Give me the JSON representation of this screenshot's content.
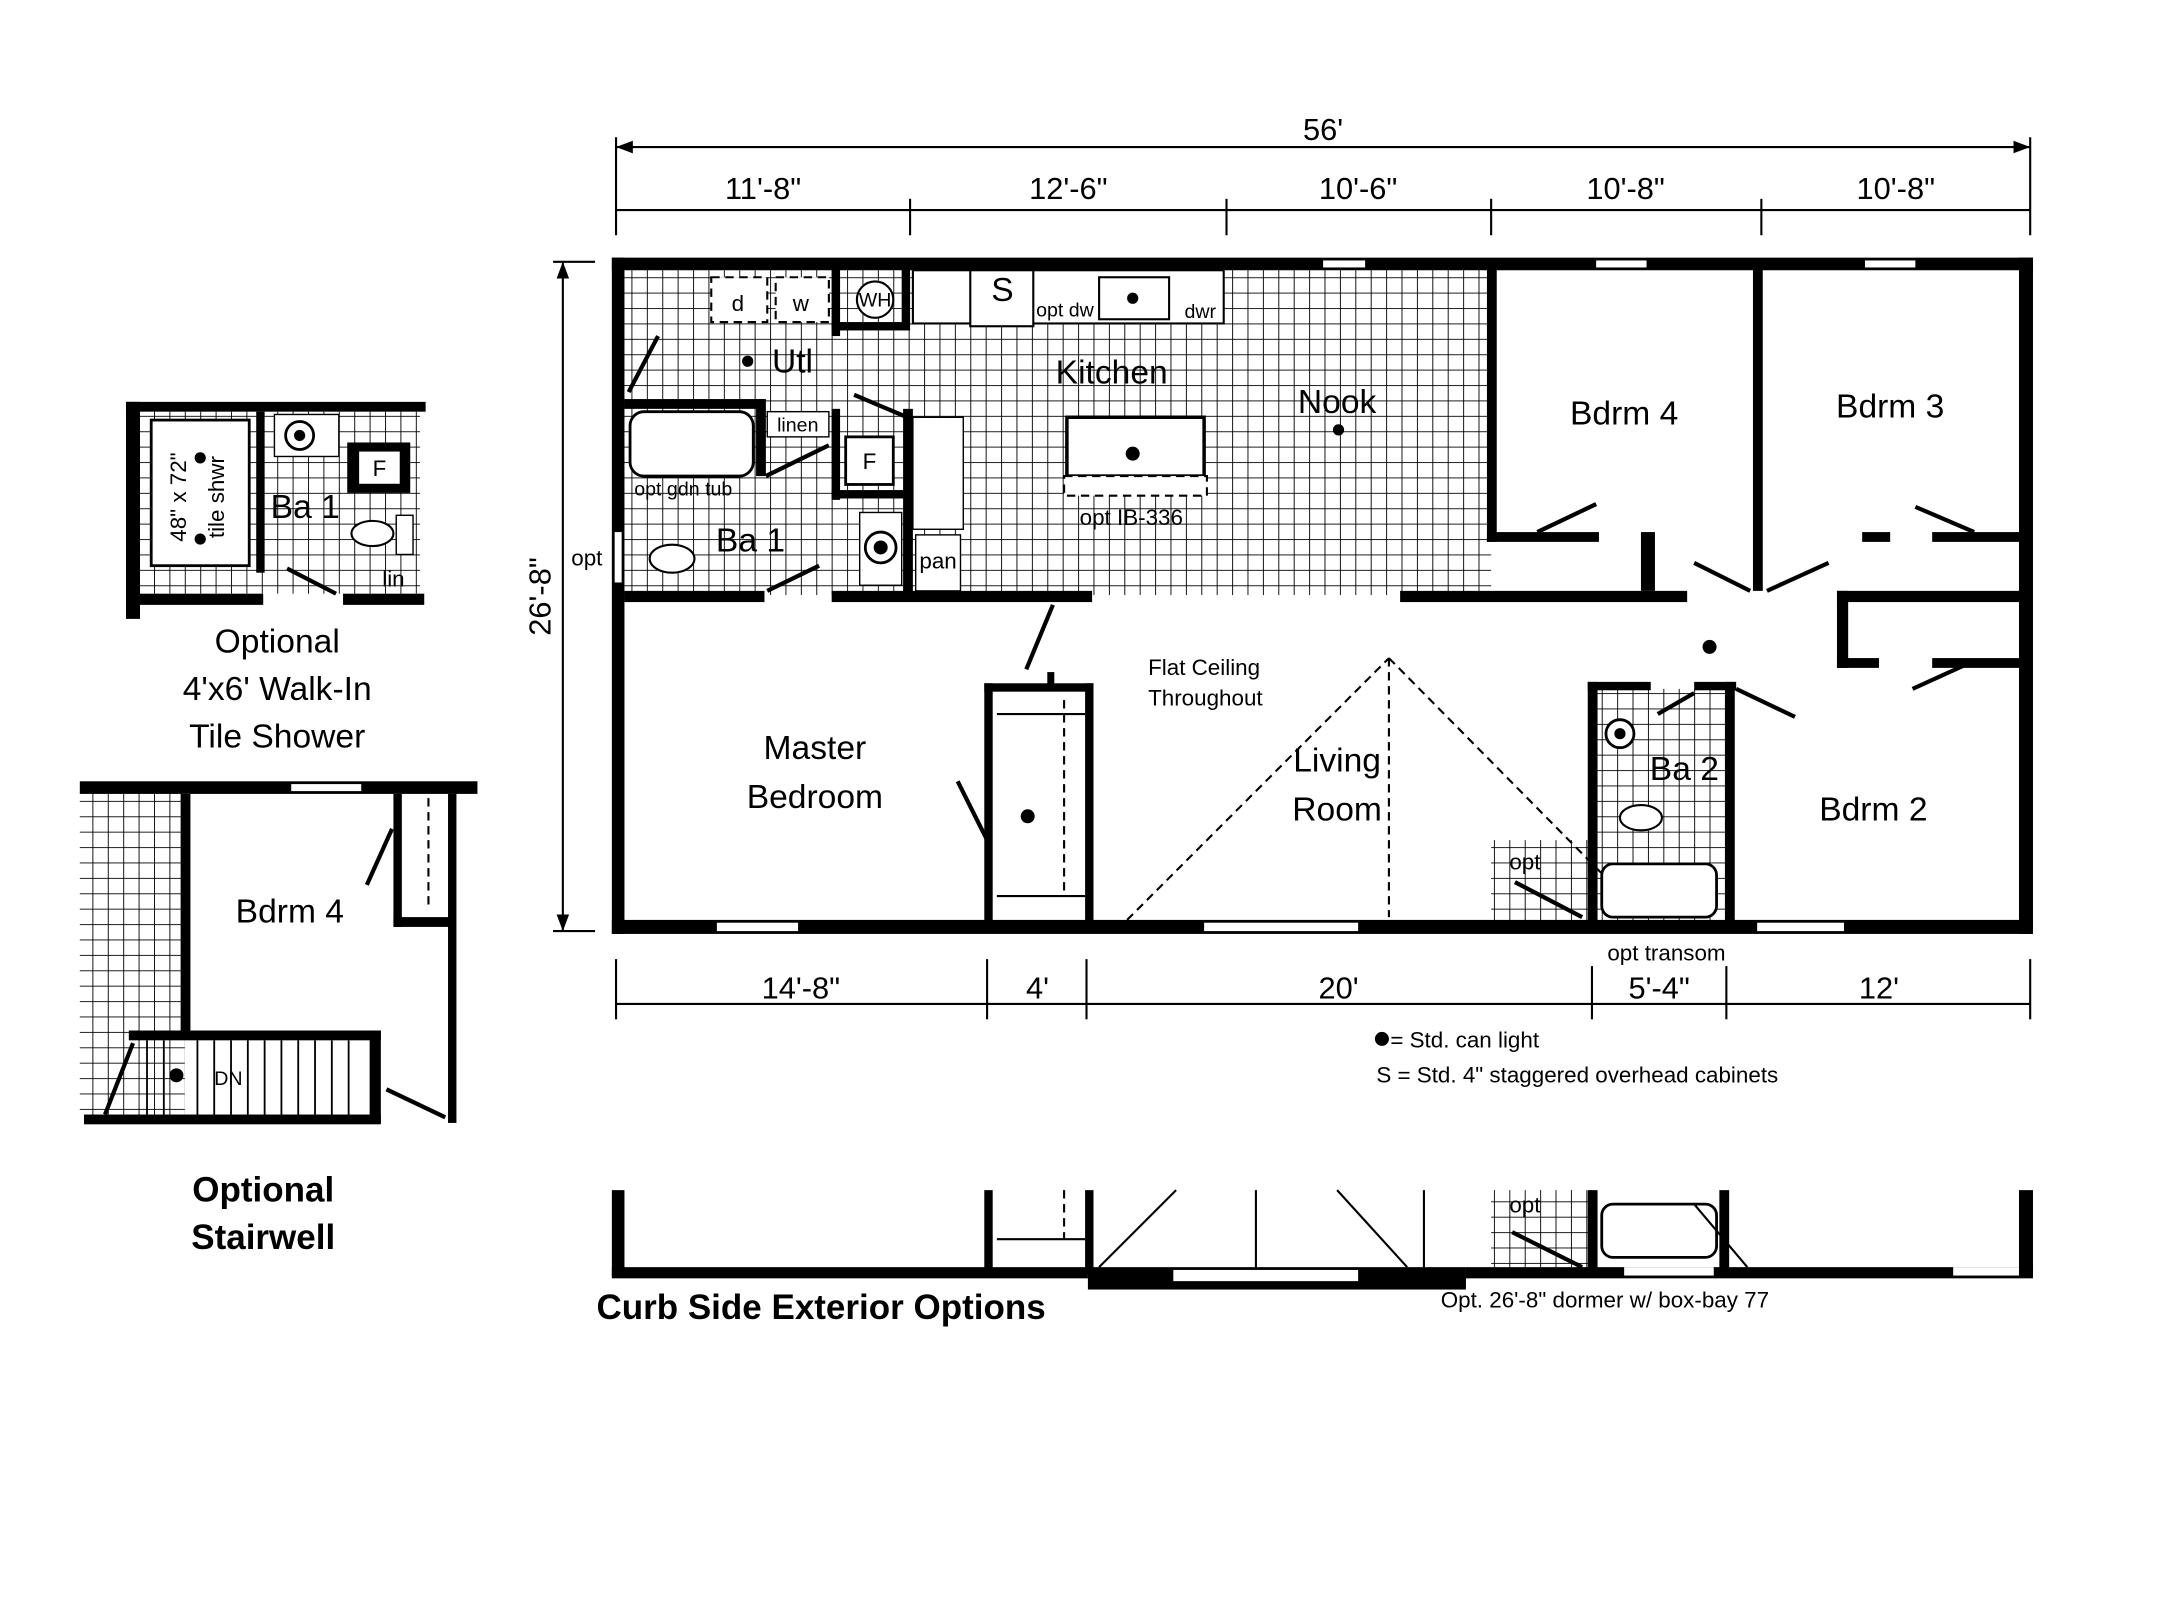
{
  "dimensions": {
    "overall_width": "56'",
    "top": [
      "11'-8\"",
      "12'-6\"",
      "10'-6\"",
      "10'-8\"",
      "10'-8\""
    ],
    "depth": "26'-8\"",
    "bottom": [
      "14'-8\"",
      "4'",
      "20'",
      "5'-4\"",
      "12'"
    ]
  },
  "rooms": {
    "utl": "Utl",
    "kitchen": "Kitchen",
    "nook": "Nook",
    "bdrm4": "Bdrm 4",
    "bdrm3": "Bdrm 3",
    "bdrm2": "Bdrm 2",
    "ba1": "Ba 1",
    "ba2": "Ba 2",
    "master_line1": "Master",
    "master_line2": "Bedroom",
    "living_line1": "Living",
    "living_line2": "Room"
  },
  "fixtures": {
    "dryer": "d",
    "washer": "w",
    "water_heater": "WH",
    "staggered": "S",
    "opt_dw": "opt dw",
    "dwr": "dwr",
    "linen": "linen",
    "furnace": "F",
    "opt_gdn_tub": "opt gdn tub",
    "pantry": "pan",
    "island": "opt IB-336",
    "opt_left": "opt",
    "opt_ba2": "opt",
    "opt_transom": "opt transom",
    "ceiling_line1": "Flat Ceiling",
    "ceiling_line2": "Throughout"
  },
  "legend": {
    "can_light": "= Std. can light",
    "cabinets": "S = Std. 4\" staggered overhead cabinets"
  },
  "shower_option": {
    "tile_line1": "48\" x 72\"",
    "tile_line2": "tile shwr",
    "ba": "Ba 1",
    "furnace": "F",
    "lin": "lin",
    "title_line1": "Optional",
    "title_line2": "4'x6' Walk-In",
    "title_line3": "Tile Shower"
  },
  "stair_option": {
    "bdrm": "Bdrm 4",
    "dn": "DN",
    "title_line1": "Optional",
    "title_line2": "Stairwell"
  },
  "curb_side": {
    "title": "Curb Side Exterior Options",
    "opt": "opt",
    "dormer_note": "Opt. 26'-8\" dormer w/ box-bay 77"
  }
}
